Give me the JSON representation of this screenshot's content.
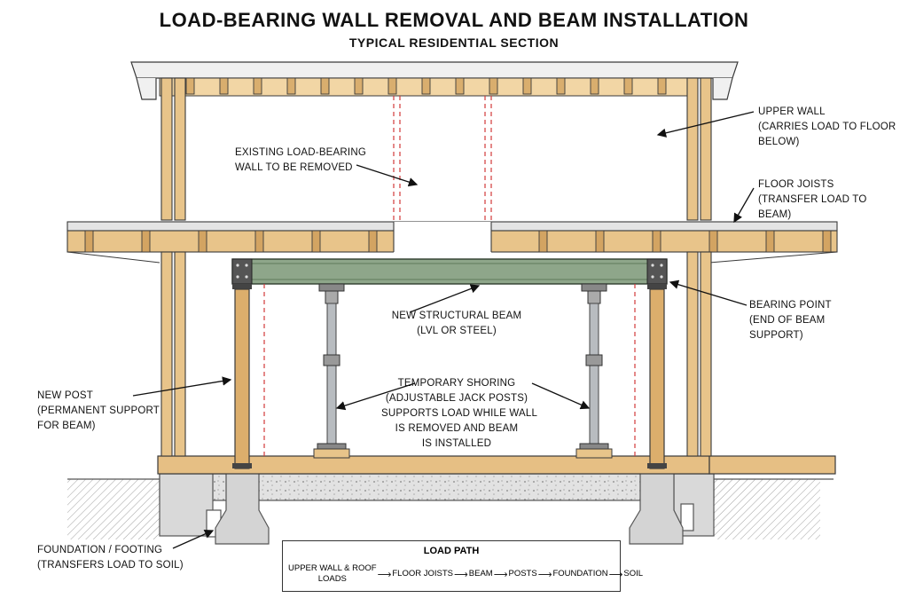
{
  "title": "LOAD-BEARING WALL REMOVAL AND BEAM INSTALLATION",
  "subtitle": "TYPICAL RESIDENTIAL SECTION",
  "labels": {
    "upper_wall": [
      "UPPER WALL",
      "(CARRIES LOAD TO FLOOR",
      "BELOW)"
    ],
    "existing_wall": [
      "EXISTING LOAD-BEARING",
      "WALL TO BE REMOVED"
    ],
    "floor_joists": [
      "FLOOR JOISTS",
      "(TRANSFER LOAD TO",
      "BEAM)"
    ],
    "bearing_point": [
      "BEARING POINT",
      "(END OF BEAM",
      "SUPPORT)"
    ],
    "new_beam": [
      "NEW STRUCTURAL BEAM",
      "(LVL OR STEEL)"
    ],
    "shoring": [
      "TEMPORARY SHORING",
      "(ADJUSTABLE JACK POSTS)",
      "SUPPORTS LOAD WHILE WALL",
      "IS REMOVED AND BEAM",
      "IS INSTALLED"
    ],
    "new_post": [
      "NEW POST",
      "(PERMANENT SUPPORT",
      "FOR BEAM)"
    ],
    "foundation": [
      "FOUNDATION / FOOTING",
      "(TRANSFERS LOAD TO SOIL)"
    ]
  },
  "load_path": {
    "title": "LOAD PATH",
    "steps": [
      [
        "UPPER WALL & ROOF",
        "LOADS"
      ],
      [
        "FLOOR JOISTS"
      ],
      [
        "BEAM"
      ],
      [
        "POSTS"
      ],
      [
        "FOUNDATION"
      ],
      [
        "SOIL"
      ]
    ]
  },
  "colors": {
    "wood": "#e8c48a",
    "wood_dark": "#b98a4a",
    "beam_green": "#8ea68a",
    "concrete": "#d9d9d9",
    "removal_line": "#d23a3a",
    "steel": "#b8bcc0",
    "outline": "#3a3a3a"
  },
  "icons": {
    "arrow": "arrow-right-icon"
  }
}
